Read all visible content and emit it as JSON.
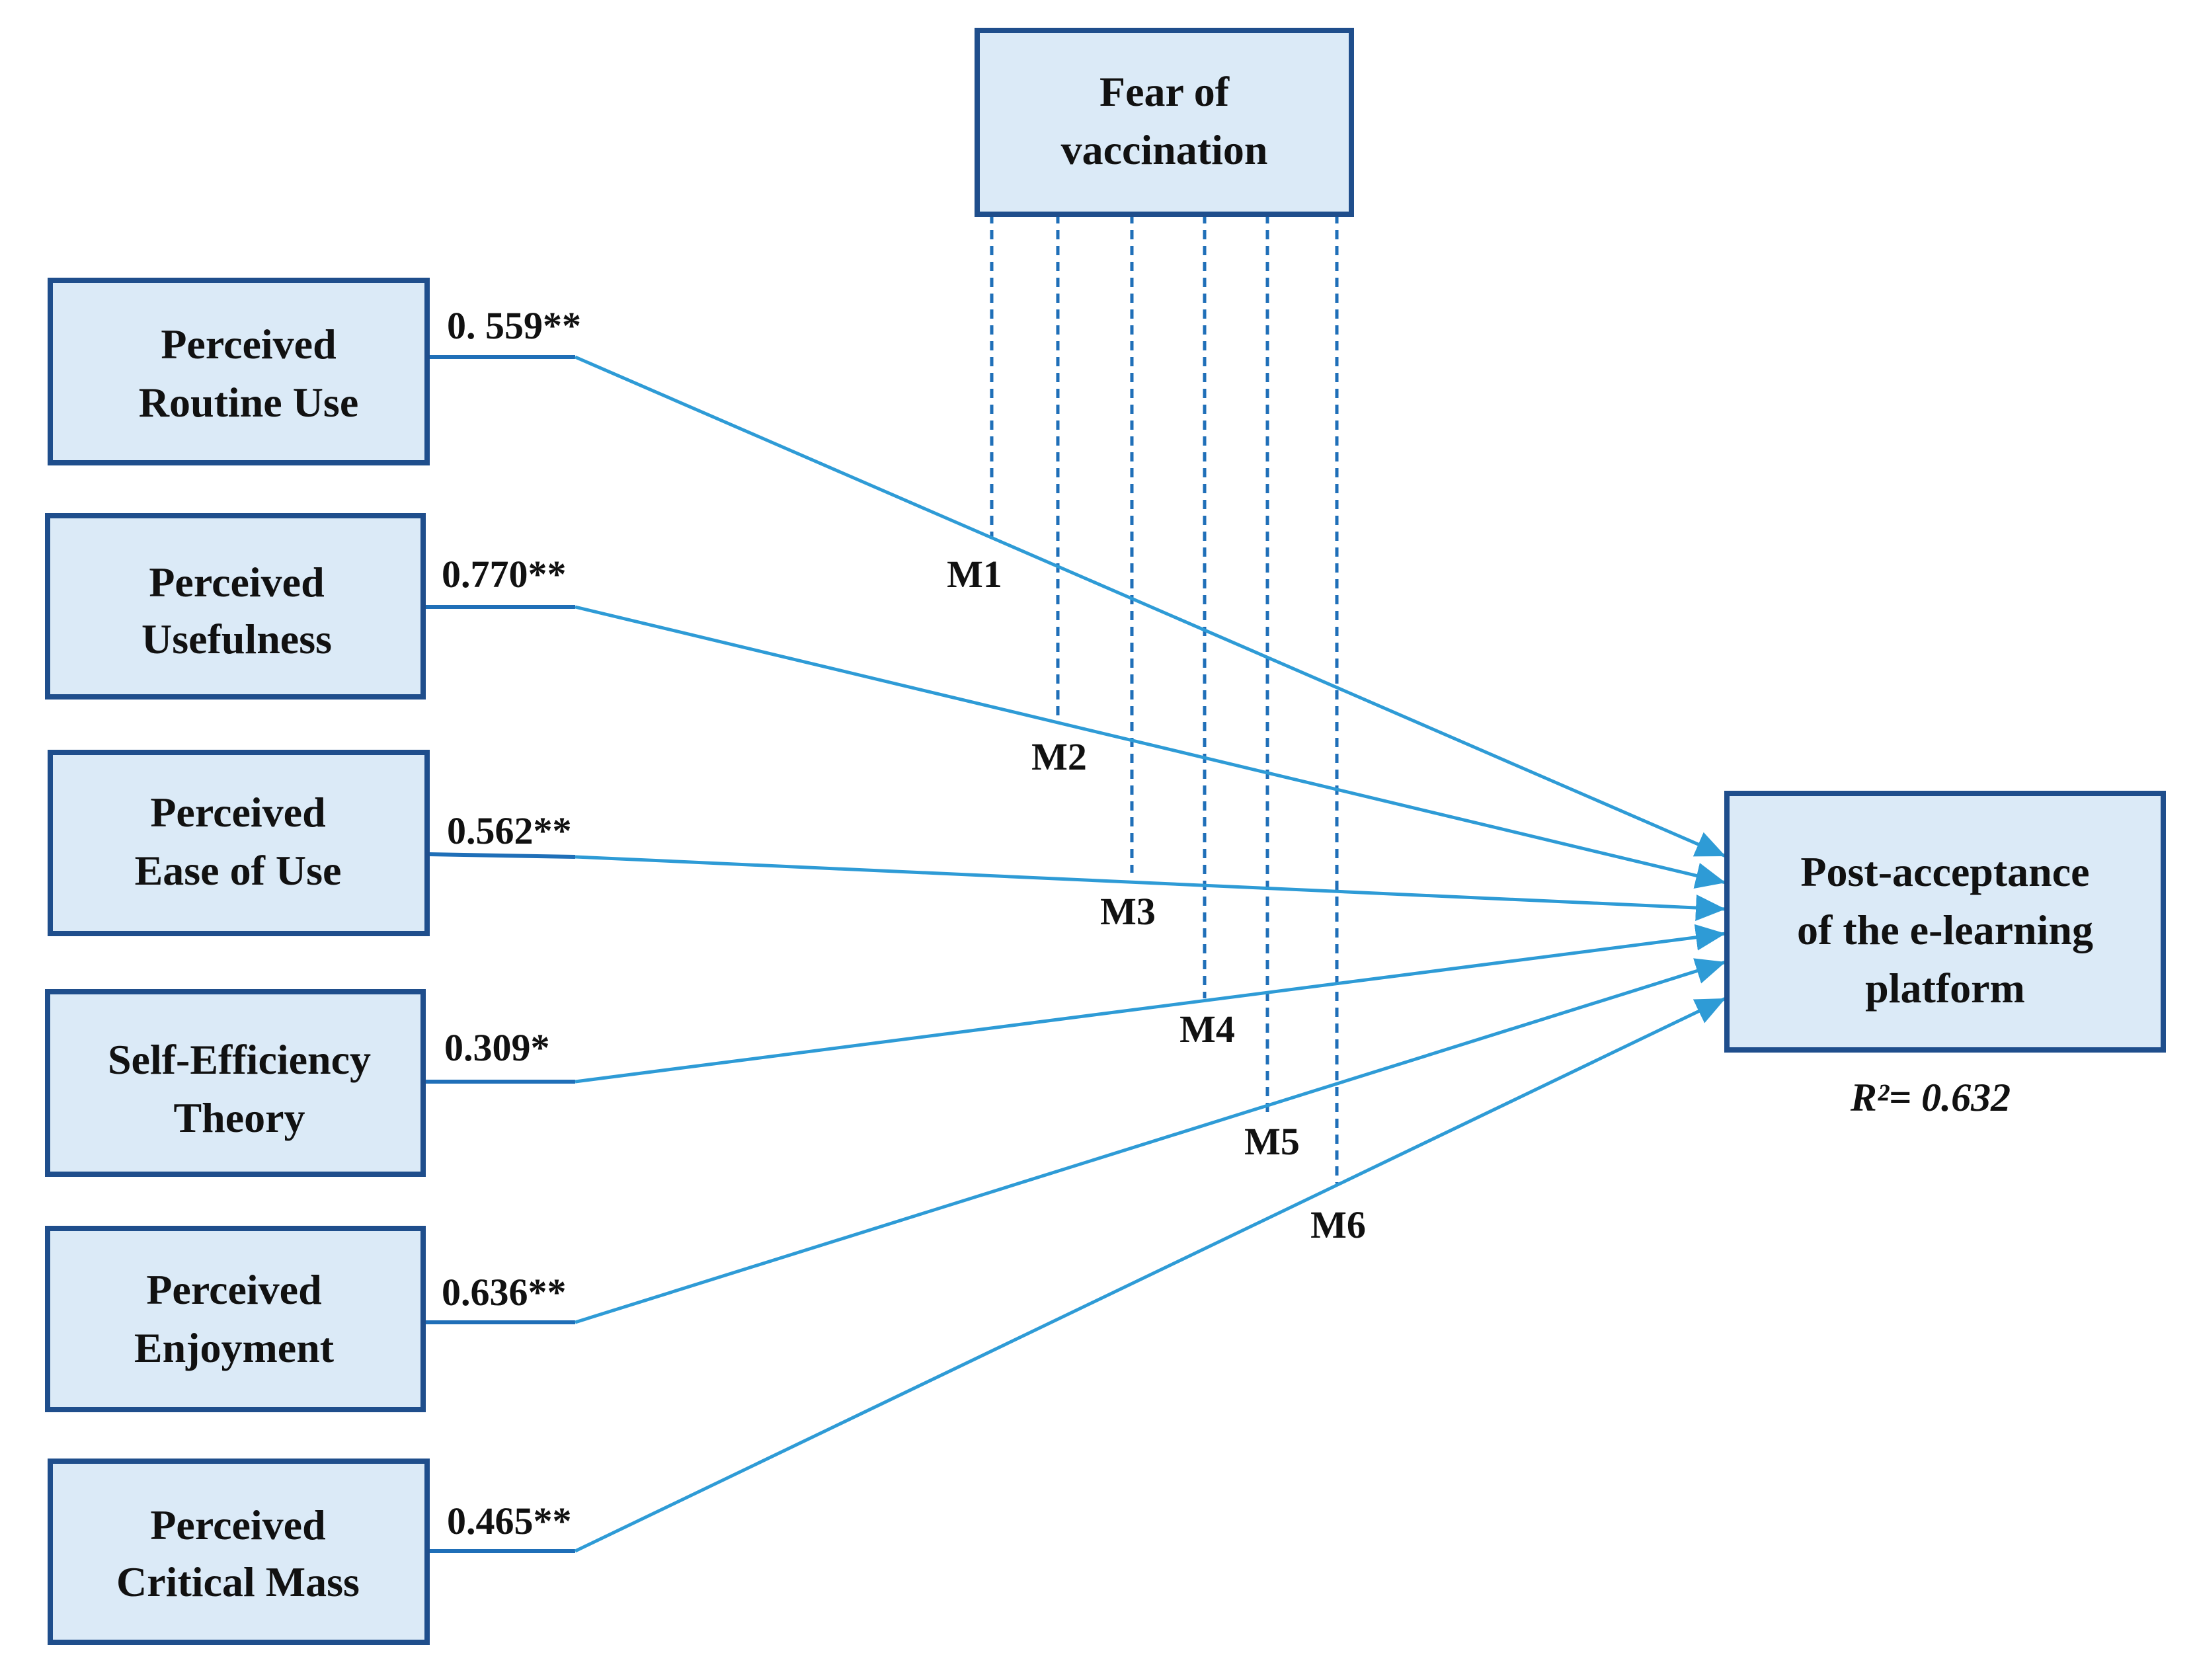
{
  "moderator": {
    "lines": [
      "Fear of",
      "vaccination"
    ]
  },
  "predictors": [
    {
      "lines": [
        "Perceived",
        "Routine Use"
      ],
      "coefficient": "0. 559**",
      "moderator_label": "M1"
    },
    {
      "lines": [
        "Perceived",
        "Usefulness"
      ],
      "coefficient": "0.770**",
      "moderator_label": "M2"
    },
    {
      "lines": [
        "Perceived",
        "Ease of Use"
      ],
      "coefficient": "0.562**",
      "moderator_label": "M3"
    },
    {
      "lines": [
        "Self-Efficiency",
        "Theory"
      ],
      "coefficient": "0.309*",
      "moderator_label": "M4"
    },
    {
      "lines": [
        "Perceived",
        "Enjoyment"
      ],
      "coefficient": "0.636**",
      "moderator_label": "M5"
    },
    {
      "lines": [
        "Perceived",
        "Critical Mass"
      ],
      "coefficient": "0.465**",
      "moderator_label": "M6"
    }
  ],
  "outcome": {
    "lines": [
      "Post-acceptance",
      "of the e-learning",
      "platform"
    ],
    "r_squared_label": "R²= 0.632"
  },
  "colors": {
    "box_fill": "#dbeaf7",
    "box_border": "#1f4e8c",
    "arrow": "#2e9bd6",
    "moderator_line": "#1f6fb8"
  }
}
